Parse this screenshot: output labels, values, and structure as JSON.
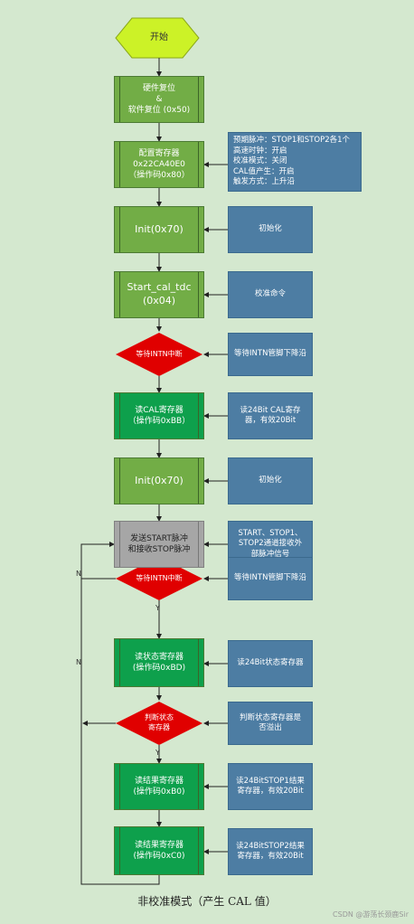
{
  "start": "开始",
  "steps": {
    "reset": "硬件复位\n&\n软件复位 (0x50)",
    "config": "配置寄存器\n0x22CA40E0\n（操作码0x80）",
    "init1": "Init(0x70)",
    "startcal": "Start_cal_tdc\n(0x04)",
    "readcal": "读CAL寄存器\n（操作码0xBB）",
    "init2": "Init(0x70)",
    "sendpulse": "发送START脉冲\n和接收STOP脉冲",
    "readstatus": "读状态寄存器\n(操作码0xBD)",
    "readres1": "读结果寄存器\n(操作码0xB0)",
    "readres2": "读结果寄存器\n(操作码0xC0)"
  },
  "decisions": {
    "wait1": "等待INTN中断",
    "wait2": "等待INTN中断",
    "judge": "判断状态\n寄存器"
  },
  "notes": {
    "config": "预期脉冲：STOP1和STOP2各1个\n高速时钟：开启\n校准模式：关闭\nCAL值产生：开启\n触发方式：上升沿",
    "init1": "初始化",
    "startcal": "校准命令",
    "wait1": "等待INTN管脚下降沿",
    "readcal": "读24Bit CAL寄存\n器，有效20Bit",
    "init2": "初始化",
    "sendpulse": "START、STOP1、\nSTOP2通道接收外\n部脉冲信号",
    "wait2": "等待INTN管脚下降沿",
    "readstatus": "读24Bit状态寄存器",
    "judge": "判断状态寄存器是\n否溢出",
    "readres1": "读24BitSTOP1结果\n寄存器，有效20Bit",
    "readres2": "读24BitSTOP2结果\n寄存器，有效20Bit"
  },
  "labels": {
    "n1": "N",
    "n2": "N",
    "y1": "Y",
    "y2": "Y"
  },
  "caption": "非校准模式（产生 CAL 值）",
  "watermark": "CSDN @游荡长颈鹿Sir",
  "colors": {
    "light_green": "#72ad46",
    "dark_green": "#0ea04c",
    "gray": "#a6a6a6",
    "blue": "#4d7da3",
    "red": "#e00000",
    "start_yellow": "#ccf227"
  }
}
